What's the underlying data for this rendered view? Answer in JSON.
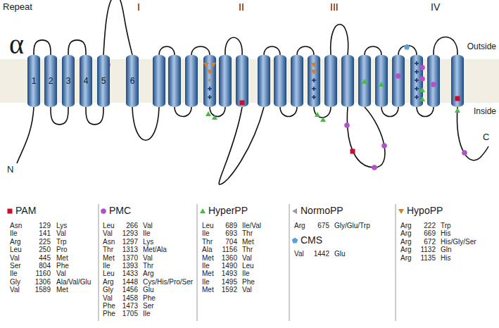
{
  "diagram": {
    "nodes": [
      {
        "text": [
          "1"
        ]
      },
      {
        "text": [
          "2"
        ]
      },
      {
        "text": [
          "3"
        ]
      },
      {
        "text": [
          "4"
        ]
      },
      {
        "text": [
          "5"
        ]
      },
      {
        "text": [
          "6"
        ]
      }
    ],
    "edges": [
      {
        "from": 0,
        "to": 1,
        "arrow": "none"
      },
      {
        "from": 1,
        "to": 2,
        "arrow": "none"
      },
      {
        "from": 2,
        "to": 3,
        "arrow": "none"
      },
      {
        "from": 3,
        "to": 4,
        "arrow": "none"
      },
      {
        "from": 4,
        "to": 5,
        "arrow": "none"
      }
    ],
    "labels": [
      "Repeat",
      "I",
      "II",
      "III",
      "IV",
      "α",
      "Outside",
      "Inside",
      "N",
      "C",
      "Asn",
      "129",
      "Lys",
      "Ile",
      "141",
      "Val",
      "Arg",
      "225",
      "Trp",
      "Leu",
      "250",
      "Pro",
      "Val",
      "445",
      "Met",
      "Ser",
      "804",
      "Phe",
      "Ile",
      "1160",
      "Val",
      "Gly",
      "1306",
      "Ala/Val/Glu",
      "Val",
      "1589",
      "Met",
      "Leu",
      "266",
      "Val",
      "Val",
      "1293",
      "Ile",
      "Asn",
      "1297",
      "Lys",
      "Thr",
      "1313",
      "Met/Ala",
      "Met",
      "1370",
      "Val",
      "Ile",
      "1393",
      "Thr",
      "Leu",
      "1433",
      "Arg",
      "Arg",
      "1448",
      "Cys/His/Pro/Ser",
      "Gly",
      "1456",
      "Glu",
      "Val",
      "1458",
      "Phe",
      "Phe",
      "1473",
      "Ser",
      "Phe",
      "1705",
      "Ile",
      "Leu",
      "689",
      "Ile/Val",
      "Ile",
      "693",
      "Thr",
      "Thr",
      "704",
      "Met",
      "Ala",
      "1156",
      "Thr",
      "Met",
      "1360",
      "Val",
      "Ile",
      "1490",
      "Leu",
      "Met",
      "1493",
      "Ile",
      "Ile",
      "1495",
      "Phe",
      "Met",
      "1592",
      "Val",
      "Arg",
      "675",
      "Gly/Glu/Trp",
      "Val",
      "1442",
      "Glu",
      "Arg",
      "222",
      "Trp",
      "Arg",
      "669",
      "His",
      "Arg",
      "672",
      "His/Gly/Ser",
      "Arg",
      "1132",
      "Gln",
      "Arg",
      "1135",
      "His"
    ],
    "legend": [
      {
        "text": "PAM"
      },
      {
        "text": "PMC"
      },
      {
        "text": "HyperPP"
      },
      {
        "text": "NormoPP"
      },
      {
        "text": "CMS"
      },
      {
        "text": "HypoPP"
      }
    ]
  }
}
